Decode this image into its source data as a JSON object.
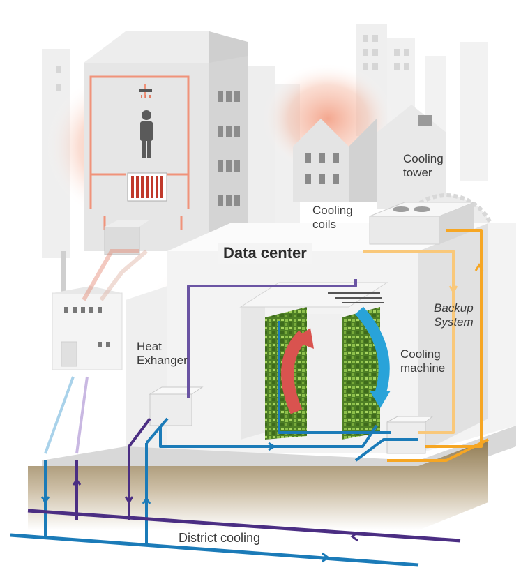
{
  "labels": {
    "data_center": "Data center",
    "cooling_tower": "Cooling\ntower",
    "cooling_coils": "Cooling\ncoils",
    "backup_system": "Backup\nSystem",
    "cooling_machine": "Cooling\nmachine",
    "heat_exchanger": "Heat\nExhanger",
    "district_cooling": "District cooling"
  },
  "colors": {
    "hot_pipe": "#f6a623",
    "warm_pipe": "#f9c87a",
    "cold_pipe": "#1b7bb8",
    "return_pipe": "#4b2e83",
    "light_blue": "#8fc4e0",
    "heat_glow": "#f3a48c",
    "arrow_red": "#d9534f",
    "arrow_blue": "#29a3d9",
    "server_green": "#5d8f2e",
    "building": "#e3e3e3",
    "ground": "#b7a68a"
  },
  "icons": [
    "shower-icon",
    "person-icon",
    "radiator-icon",
    "factory-icon",
    "server-rack-icon"
  ]
}
